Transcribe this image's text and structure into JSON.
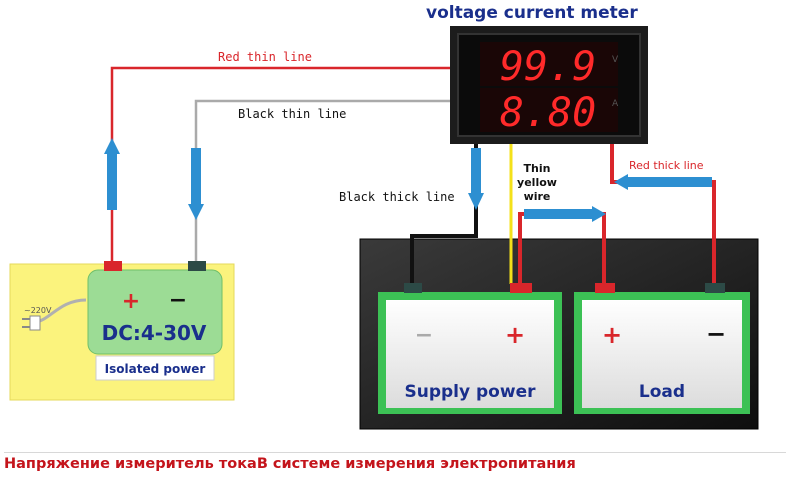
{
  "title": "voltage current meter",
  "meter": {
    "voltage_reading": "99.9",
    "current_reading": "8.80",
    "voltage_unit": "V",
    "current_unit": "A"
  },
  "wire_labels": {
    "red_thin": "Red thin line",
    "black_thin": "Black thin line",
    "black_thick": "Black thick line",
    "thin_yellow": [
      "Thin",
      "yellow",
      "wire"
    ],
    "red_thick": "Red thick line"
  },
  "dc_source": {
    "ac_label": "~220V",
    "plus": "+",
    "minus": "−",
    "voltage": "DC:4-30V",
    "name": "Isolated power"
  },
  "supply": {
    "minus": "−",
    "plus": "+",
    "name": "Supply power"
  },
  "load": {
    "plus": "+",
    "minus": "−",
    "name": "Load"
  },
  "caption": "Напряжение измеритель токаВ системе измерения электропитания",
  "colors": {
    "red_wire": "#d9262b",
    "blue_arrow": "#2d8fd1",
    "panel_green": "#3cc155",
    "title_blue": "#1a2f8c",
    "segment_red": "#ff2a2a"
  }
}
